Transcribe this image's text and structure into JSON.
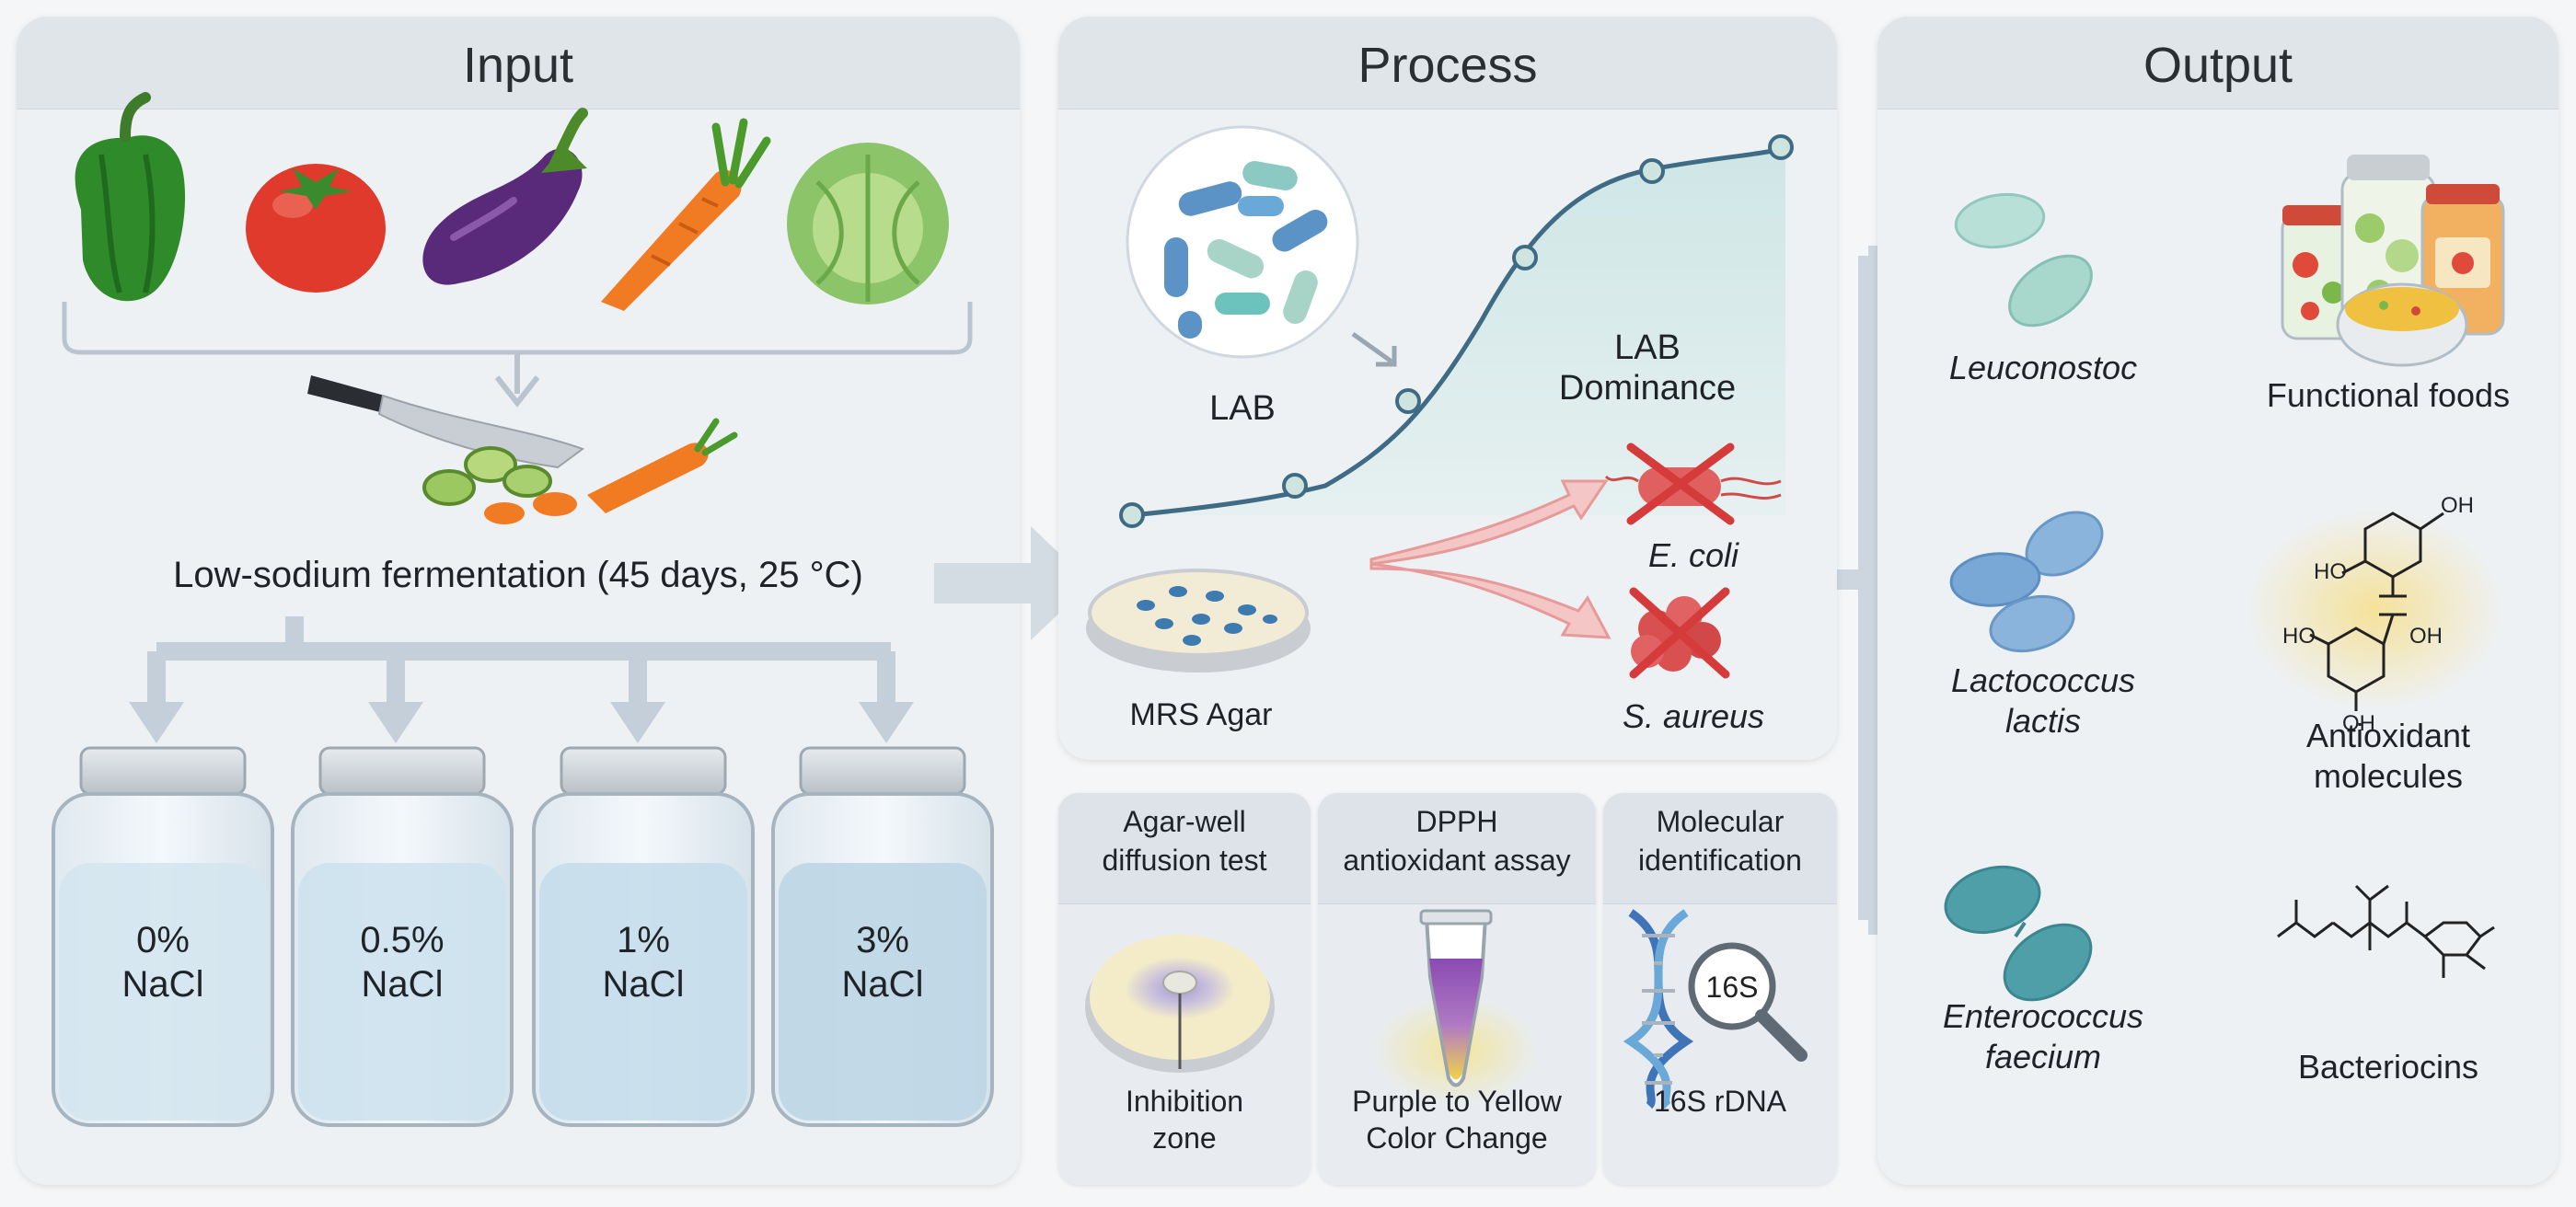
{
  "panels": {
    "input": {
      "title": "Input",
      "vegetables": [
        "green-pepper",
        "tomato",
        "eggplant",
        "carrot",
        "cabbage"
      ],
      "fermentation_label": "Low-sodium fermentation (45 days, 25 °C)",
      "jars": [
        {
          "percent": "0%",
          "salt": "NaCl"
        },
        {
          "percent": "0.5%",
          "salt": "NaCl"
        },
        {
          "percent": "1%",
          "salt": "NaCl"
        },
        {
          "percent": "3%",
          "salt": "NaCl"
        }
      ]
    },
    "process": {
      "title": "Process",
      "lab_label": "LAB",
      "dominance_label": [
        "LAB",
        "Dominance"
      ],
      "agar_label": "MRS Agar",
      "pathogens": [
        "E. coli",
        "S. aureus"
      ]
    },
    "output": {
      "title": "Output",
      "bacteria": [
        {
          "name": [
            "Leuconostoc"
          ]
        },
        {
          "name": [
            "Lactococcus",
            "lactis"
          ]
        },
        {
          "name": [
            "Enterococcus",
            "faecium"
          ]
        }
      ],
      "products": [
        {
          "name": [
            "Functional foods"
          ]
        },
        {
          "name": [
            "Antioxidant",
            "molecules"
          ]
        },
        {
          "name": [
            "Bacteriocins"
          ]
        }
      ],
      "oh_labels": [
        "OH",
        "HO",
        "HO",
        "OH",
        "OH"
      ]
    }
  },
  "assays": [
    {
      "title": [
        "Agar-well",
        "diffusion test"
      ],
      "caption": [
        "Inhibition",
        "zone"
      ]
    },
    {
      "title": [
        "DPPH",
        "antioxidant assay"
      ],
      "caption": [
        "Purple to Yellow",
        "Color Change"
      ]
    },
    {
      "title": [
        "Molecular",
        "identification"
      ],
      "caption": [
        "16S rDNA"
      ],
      "badge": "16S"
    }
  ],
  "colors": {
    "panel": "#eef1f4",
    "header": "#e0e5ea",
    "arrow": "#c9d3dd",
    "curve": "#3f6b85",
    "lab_blue": "#5b93c7",
    "lab_teal": "#6cc3bd",
    "cross_red": "#d63b3b"
  }
}
